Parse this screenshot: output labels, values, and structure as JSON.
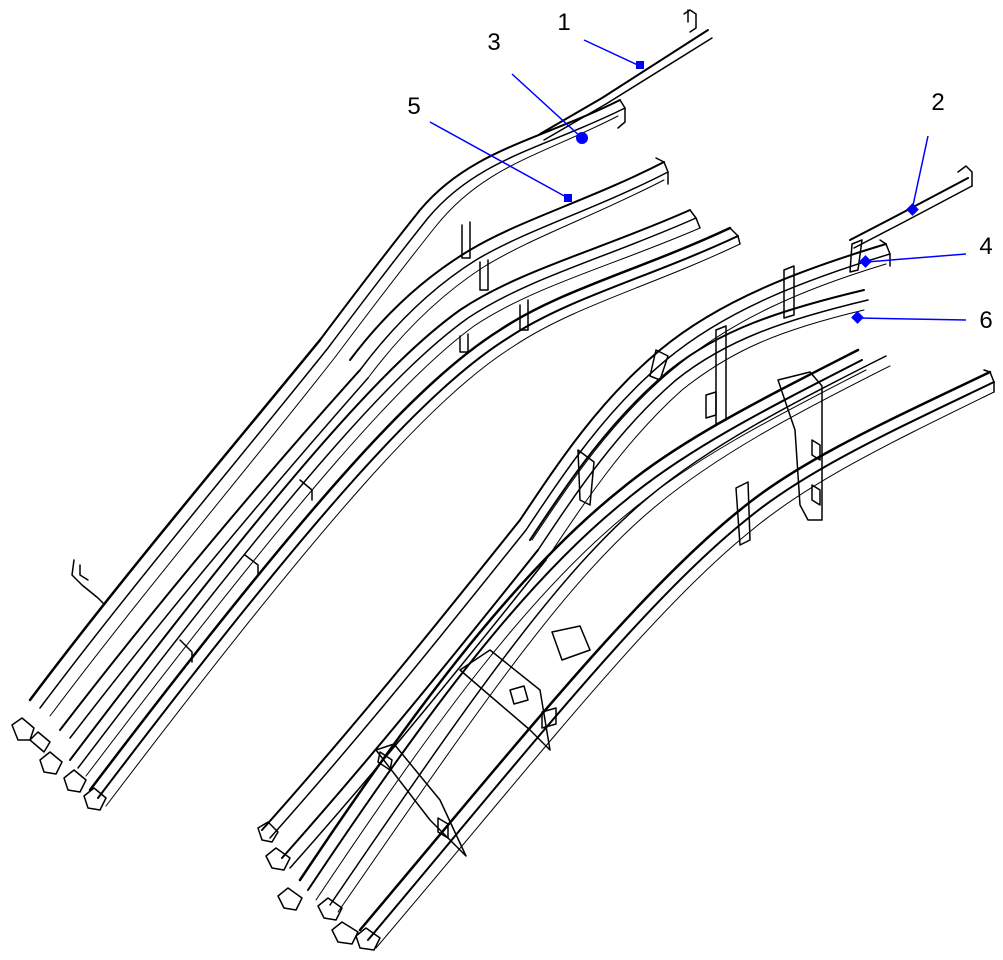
{
  "figure": {
    "callouts": [
      {
        "id": "1",
        "label": "1",
        "marker": "square"
      },
      {
        "id": "2",
        "label": "2",
        "marker": "square"
      },
      {
        "id": "3",
        "label": "3",
        "marker": "circle"
      },
      {
        "id": "4",
        "label": "4",
        "marker": "square"
      },
      {
        "id": "5",
        "label": "5",
        "marker": "square"
      },
      {
        "id": "6",
        "label": "6",
        "marker": "square"
      }
    ]
  },
  "colors": {
    "background": "#ffffff",
    "line_art": "#000000",
    "leader_line": "#0000ff",
    "marker_fill": "#0000ff"
  }
}
